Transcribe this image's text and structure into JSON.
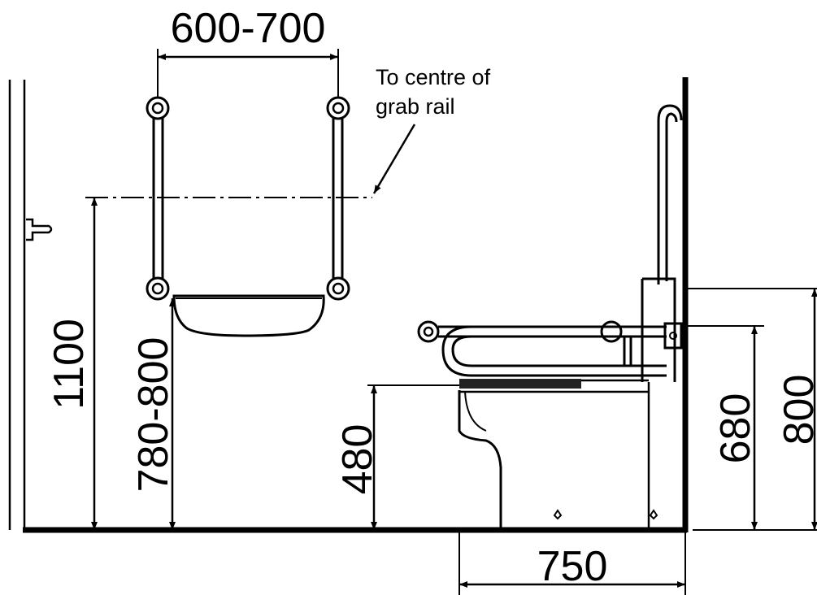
{
  "dimensions": {
    "rail_spacing": "600-700",
    "rail_height": "1100",
    "basin_height": "780-800",
    "seat_height": "480",
    "depth": "750",
    "hinged_rail_height": "680",
    "flush_height": "800"
  },
  "annotation": {
    "line1": "To centre of",
    "line2": "grab rail"
  },
  "colors": {
    "ink": "#000000",
    "background": "#ffffff",
    "seat": "#222222"
  }
}
